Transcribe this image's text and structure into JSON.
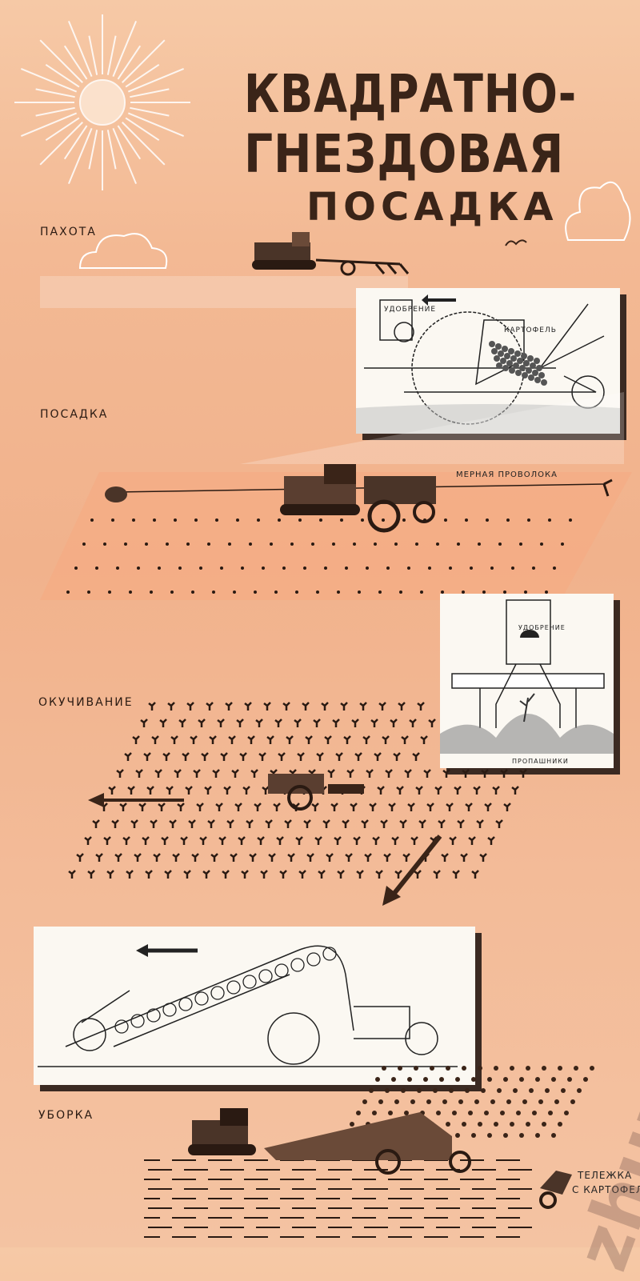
{
  "title": {
    "line1": "КВАДРАТНО-",
    "line2": "ГНЕЗДОВАЯ",
    "line3": "ПОСАДКА"
  },
  "stages": {
    "plowing": "ПАХОТА",
    "planting": "ПОСАДКА",
    "hilling": "ОКУЧИВАНИЕ",
    "harvest": "УБОРКА"
  },
  "diagrams": {
    "planter": {
      "fertilizer": "УДОБРЕНИЕ",
      "potato": "КАРТОФЕЛЬ"
    },
    "measuring_wire": "МЕРНАЯ ПРОВОЛОКА",
    "cultivator": {
      "fertilizer": "УДОБРЕНИЕ",
      "cultivators": "ПРОПАШНИКИ"
    },
    "cart": {
      "line1": "ТЕЛЕЖКА",
      "line2": "С КАРТОФЕЛЕ"
    }
  },
  "watermark": "zhurnal"
}
